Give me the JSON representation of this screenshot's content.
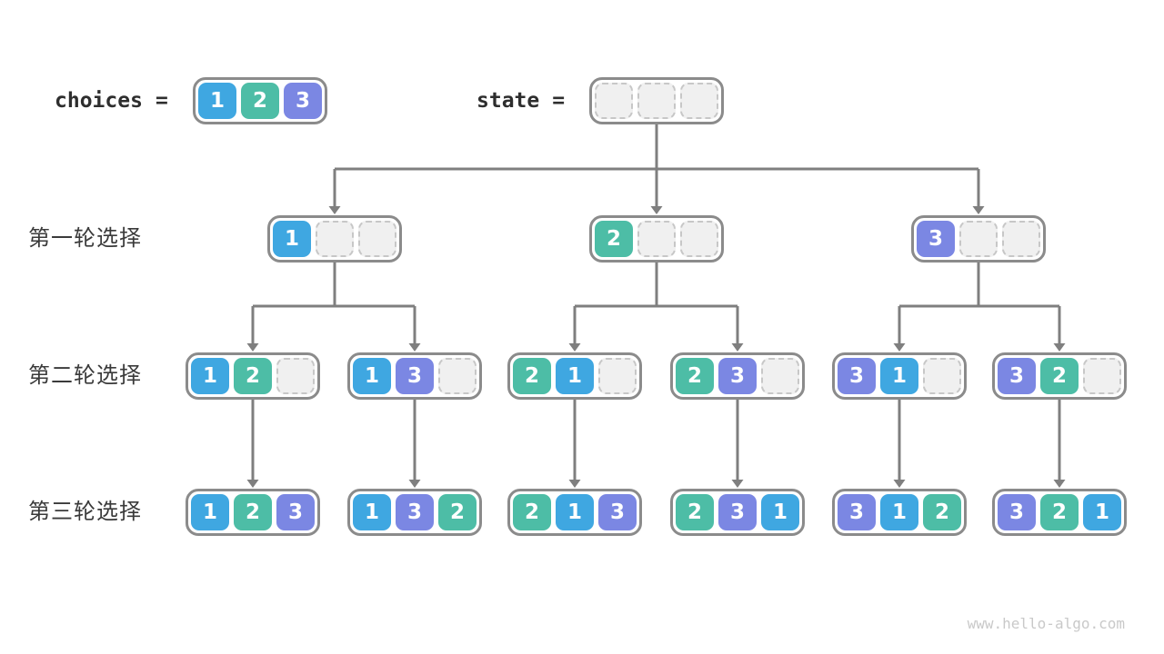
{
  "diagram": {
    "choices_label": "choices",
    "state_label": "state",
    "equals": "=",
    "row_labels": [
      "第一轮选择",
      "第二轮选择",
      "第三轮选择"
    ],
    "choices": [
      1,
      2,
      3
    ],
    "state": [
      null,
      null,
      null
    ],
    "rounds": [
      [
        [
          1,
          null,
          null
        ],
        [
          2,
          null,
          null
        ],
        [
          3,
          null,
          null
        ]
      ],
      [
        [
          1,
          2,
          null
        ],
        [
          1,
          3,
          null
        ],
        [
          2,
          1,
          null
        ],
        [
          2,
          3,
          null
        ],
        [
          3,
          1,
          null
        ],
        [
          3,
          2,
          null
        ]
      ],
      [
        [
          1,
          2,
          3
        ],
        [
          1,
          3,
          2
        ],
        [
          2,
          1,
          3
        ],
        [
          2,
          3,
          1
        ],
        [
          3,
          1,
          2
        ],
        [
          3,
          2,
          1
        ]
      ]
    ],
    "colors": {
      "1": "#3fa7e1",
      "2": "#4dbda6",
      "3": "#7b87e3",
      "arrow": "#7f7f7f",
      "container_border": "#8b8b8b",
      "empty_fill": "#f0f0f0",
      "empty_border": "#c7c7c7",
      "label_text": "#3a3a3a",
      "footer_text": "#c9c9c9"
    },
    "footer": "www.hello-algo.com"
  }
}
